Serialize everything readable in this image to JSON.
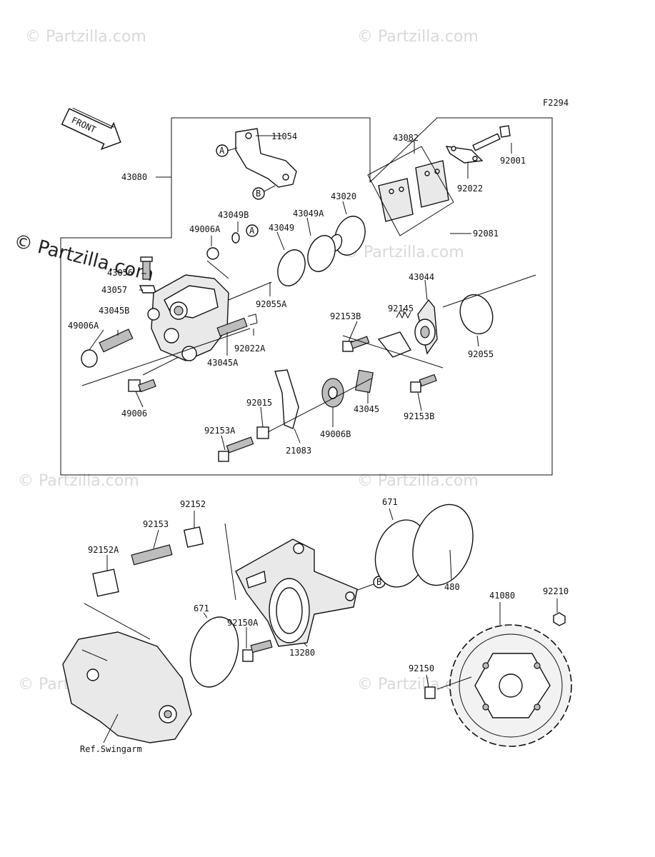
{
  "figure_code": "F2294",
  "front_label": "FRONT",
  "copyright": "© Partzilla.com",
  "watermark": "© Partzilla.com",
  "ref_label": "Ref.Swingarm",
  "callouts": {
    "a": "A",
    "b": "B"
  },
  "parts": {
    "p43080": "43080",
    "p11054": "11054",
    "p43082": "43082",
    "p92001": "92001",
    "p92022": "92022",
    "p43020": "43020",
    "p43049A": "43049A",
    "p43049B": "43049B",
    "p49006A_top": "49006A",
    "p43049": "43049",
    "p92081": "92081",
    "p43056": "43056",
    "p43057": "43057",
    "p92055A": "92055A",
    "p43044": "43044",
    "p92145": "92145",
    "p43045B": "43045B",
    "p49006A_left": "49006A",
    "p92022A": "92022A",
    "p92153B_top": "92153B",
    "p92055": "92055",
    "p43045A": "43045A",
    "p49006": "49006",
    "p92015": "92015",
    "p43045": "43045",
    "p92153B_bot": "92153B",
    "p92153A": "92153A",
    "p21083": "21083",
    "p49006B": "49006B",
    "p92152": "92152",
    "p92153": "92153",
    "p92152A": "92152A",
    "p671_top": "671",
    "p480": "480",
    "p41080": "41080",
    "p92210": "92210",
    "p671_left": "671",
    "p92150A": "92150A",
    "p13280": "13280",
    "p92150": "92150"
  }
}
